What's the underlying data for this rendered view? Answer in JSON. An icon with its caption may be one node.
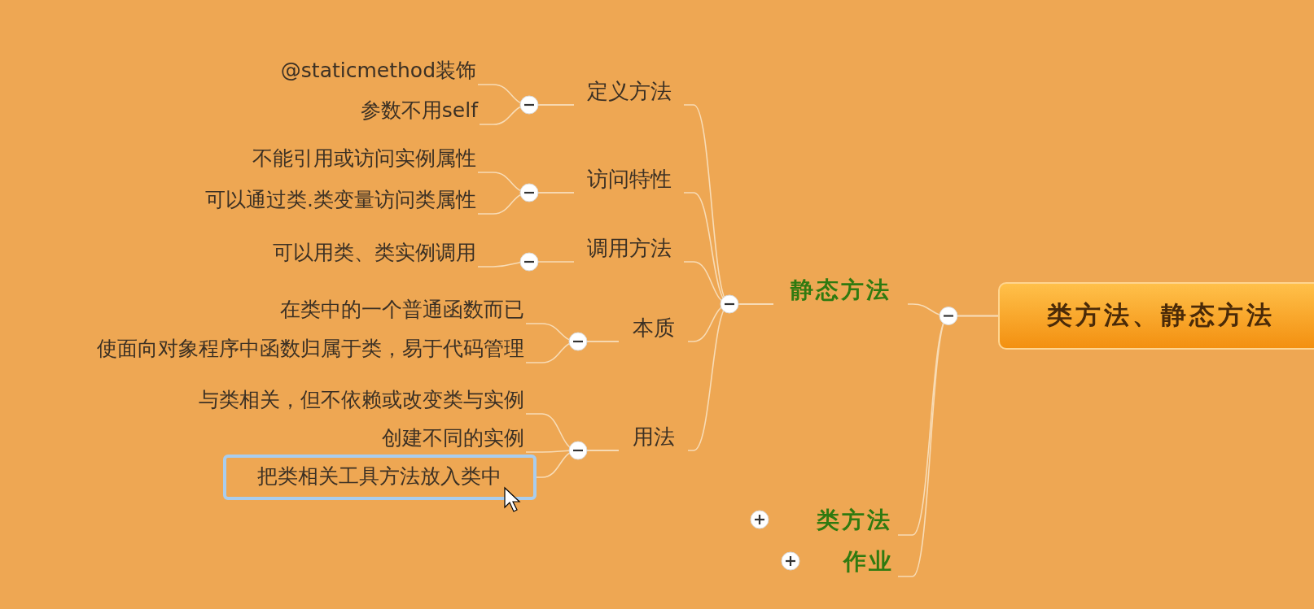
{
  "diagram": {
    "nodes": [
      {
        "text": [
          "类方法、静态方法"
        ]
      },
      {
        "text": [
          "静态方法"
        ]
      },
      {
        "text": [
          "定义方法"
        ]
      },
      {
        "text": [
          "@staticmethod装饰"
        ]
      },
      {
        "text": [
          "参数不用self"
        ]
      },
      {
        "text": [
          "访问特性"
        ]
      },
      {
        "text": [
          "不能引用或访问实例属性"
        ]
      },
      {
        "text": [
          "可以通过类.类变量访问类属性"
        ]
      },
      {
        "text": [
          "调用方法"
        ]
      },
      {
        "text": [
          "可以用类、类实例调用"
        ]
      },
      {
        "text": [
          "本质"
        ]
      },
      {
        "text": [
          "在类中的一个普通函数而已"
        ]
      },
      {
        "text": [
          "使面向对象程序中函数归属于类，易于代码管理"
        ]
      },
      {
        "text": [
          "用法"
        ]
      },
      {
        "text": [
          "与类相关，但不依赖或改变类与实例"
        ]
      },
      {
        "text": [
          "创建不同的实例"
        ]
      },
      {
        "text": [
          "把类相关工具方法放入类中"
        ]
      },
      {
        "text": [
          "类方法"
        ]
      },
      {
        "text": [
          "作业"
        ]
      }
    ],
    "edges": [
      {
        "from": 0,
        "to": 1,
        "arrow": "none"
      },
      {
        "from": 0,
        "to": 17,
        "arrow": "none"
      },
      {
        "from": 0,
        "to": 18,
        "arrow": "none"
      },
      {
        "from": 1,
        "to": 2,
        "arrow": "none"
      },
      {
        "from": 1,
        "to": 5,
        "arrow": "none"
      },
      {
        "from": 1,
        "to": 8,
        "arrow": "none"
      },
      {
        "from": 1,
        "to": 10,
        "arrow": "none"
      },
      {
        "from": 1,
        "to": 13,
        "arrow": "none"
      },
      {
        "from": 2,
        "to": 3,
        "arrow": "none"
      },
      {
        "from": 2,
        "to": 4,
        "arrow": "none"
      },
      {
        "from": 5,
        "to": 6,
        "arrow": "none"
      },
      {
        "from": 5,
        "to": 7,
        "arrow": "none"
      },
      {
        "from": 8,
        "to": 9,
        "arrow": "none"
      },
      {
        "from": 10,
        "to": 11,
        "arrow": "none"
      },
      {
        "from": 10,
        "to": 12,
        "arrow": "none"
      },
      {
        "from": 13,
        "to": 14,
        "arrow": "none"
      },
      {
        "from": 13,
        "to": 15,
        "arrow": "none"
      },
      {
        "from": 13,
        "to": 16,
        "arrow": "none"
      }
    ]
  }
}
